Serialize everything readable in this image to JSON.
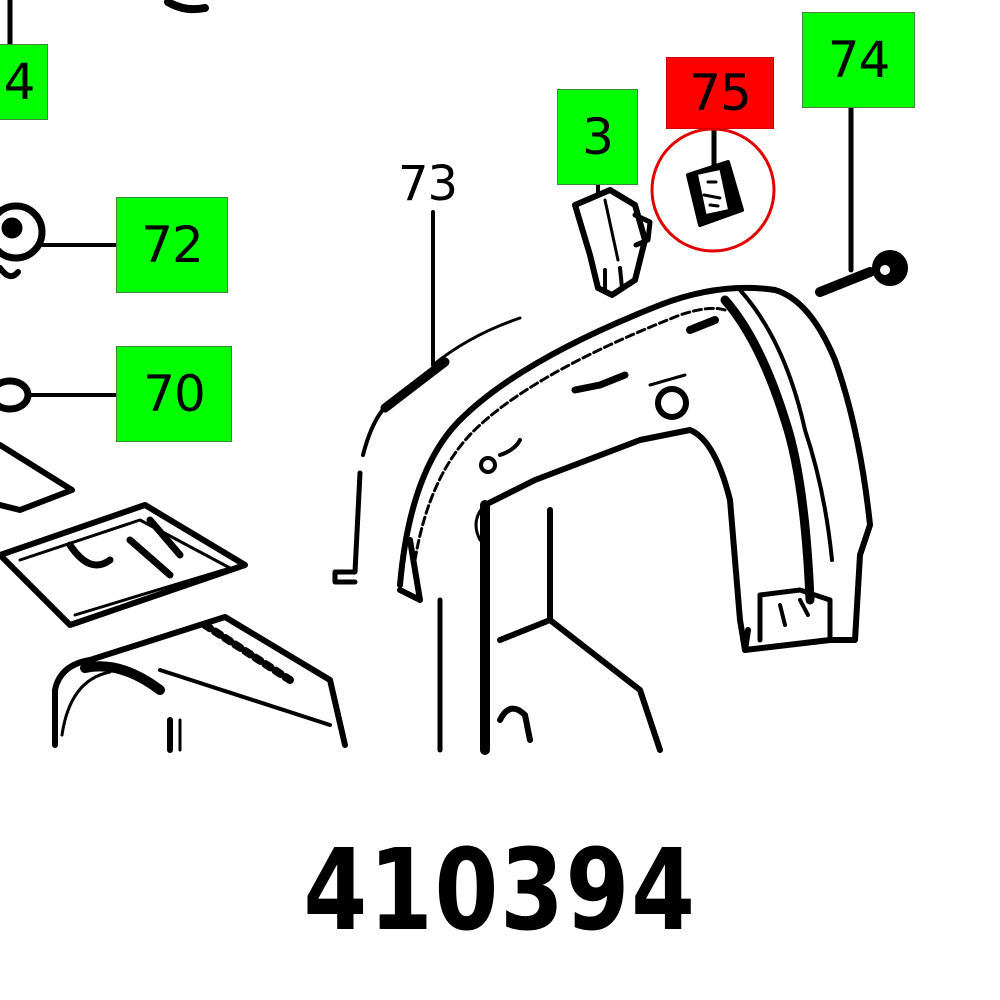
{
  "diagram": {
    "type": "exploded-parts-drawing",
    "part_number": "410394",
    "highlight_color": "#ff0000",
    "callout_color": "#00ff00",
    "callouts": [
      {
        "id": "c4",
        "label": "4",
        "color": "green"
      },
      {
        "id": "c72",
        "label": "72",
        "color": "green"
      },
      {
        "id": "c70",
        "label": "70",
        "color": "green"
      },
      {
        "id": "c73",
        "label": "73",
        "color": "none"
      },
      {
        "id": "c3",
        "label": "3",
        "color": "green"
      },
      {
        "id": "c75",
        "label": "75",
        "color": "red",
        "highlighted": true
      },
      {
        "id": "c74",
        "label": "74",
        "color": "green"
      }
    ]
  }
}
